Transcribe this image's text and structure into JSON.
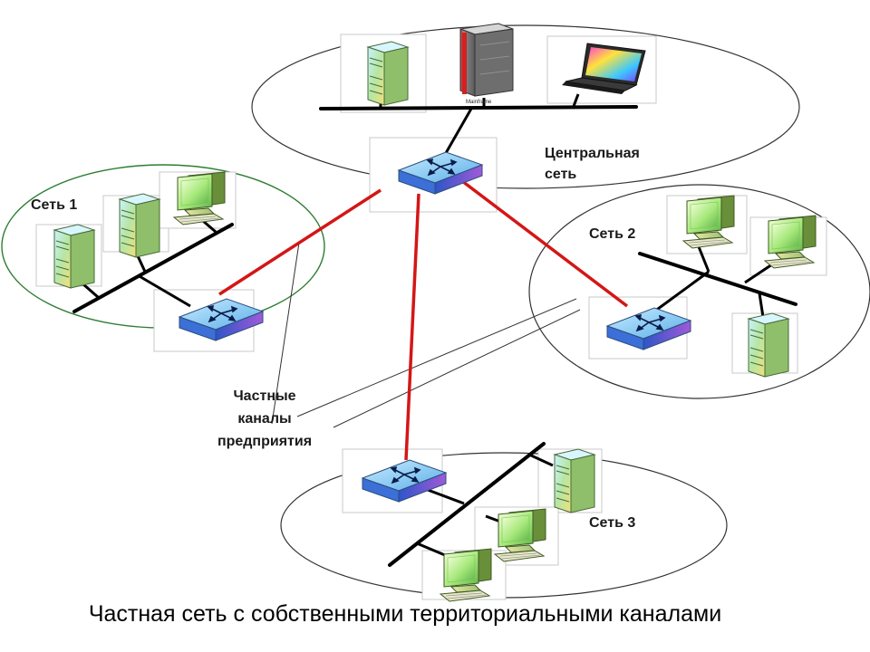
{
  "labels": {
    "central_line1": "Центральная",
    "central_line2": "сеть",
    "net1": "Сеть 1",
    "net2": "Сеть 2",
    "net3": "Сеть 3",
    "private_line1": "Частные",
    "private_line2": "каналы",
    "private_line3": "предприятия",
    "mainframe_tag": "Mainframe",
    "caption": "Частная сеть с собственными территориальными каналами"
  },
  "colors": {
    "private_channel": "#d41616",
    "bus": "#000000",
    "router_top": "#7fc8ef",
    "monitor_screen": "#a6e87a",
    "server_body": "#b6e6a4",
    "mainframe_accent": "#d42020",
    "net1_boundary": "#2e7d32"
  },
  "icons": {
    "router": "router-icon",
    "workstation": "workstation-icon",
    "server": "server-icon",
    "mainframe": "mainframe-icon",
    "laptop": "laptop-icon"
  }
}
